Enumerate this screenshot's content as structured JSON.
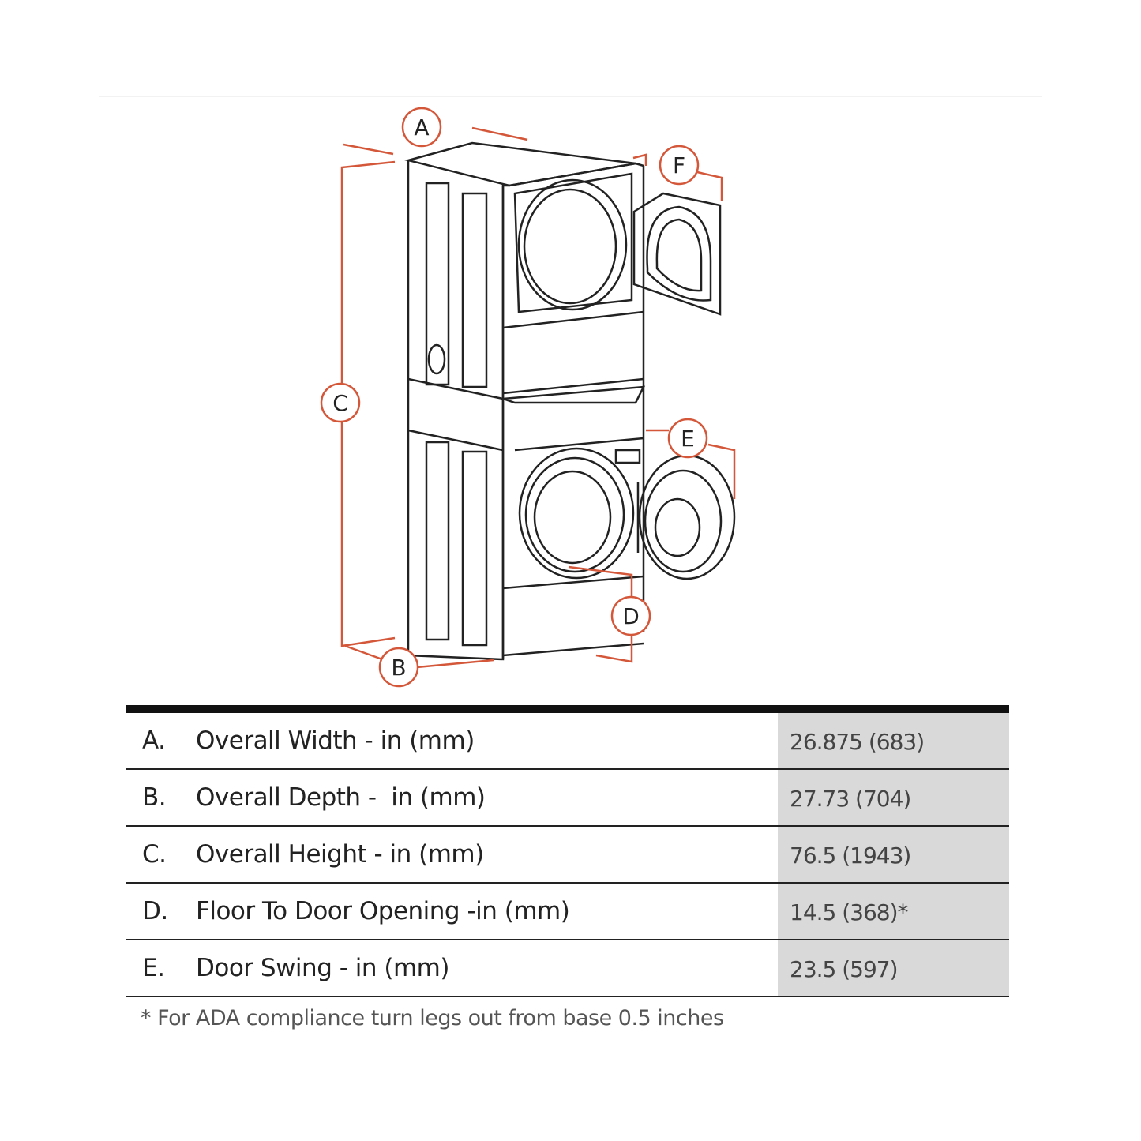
{
  "diagram": {
    "callouts": [
      "A",
      "B",
      "C",
      "D",
      "E",
      "F"
    ],
    "accent_color": "#d4573a"
  },
  "table": {
    "rows": [
      {
        "letter": "A.",
        "label": "Overall Width - in (mm)",
        "value": "26.875 (683)"
      },
      {
        "letter": "B.",
        "label": "Overall Depth -  in (mm)",
        "value": "27.73 (704)"
      },
      {
        "letter": "C.",
        "label": "Overall Height - in (mm)",
        "value": "76.5 (1943)"
      },
      {
        "letter": "D.",
        "label": "Floor To Door Opening -in (mm)",
        "value": "14.5 (368)*"
      },
      {
        "letter": "E.",
        "label": "Door Swing - in (mm)",
        "value": "23.5 (597)"
      }
    ],
    "footnote": "* For ADA compliance turn legs out from base 0.5 inches"
  }
}
